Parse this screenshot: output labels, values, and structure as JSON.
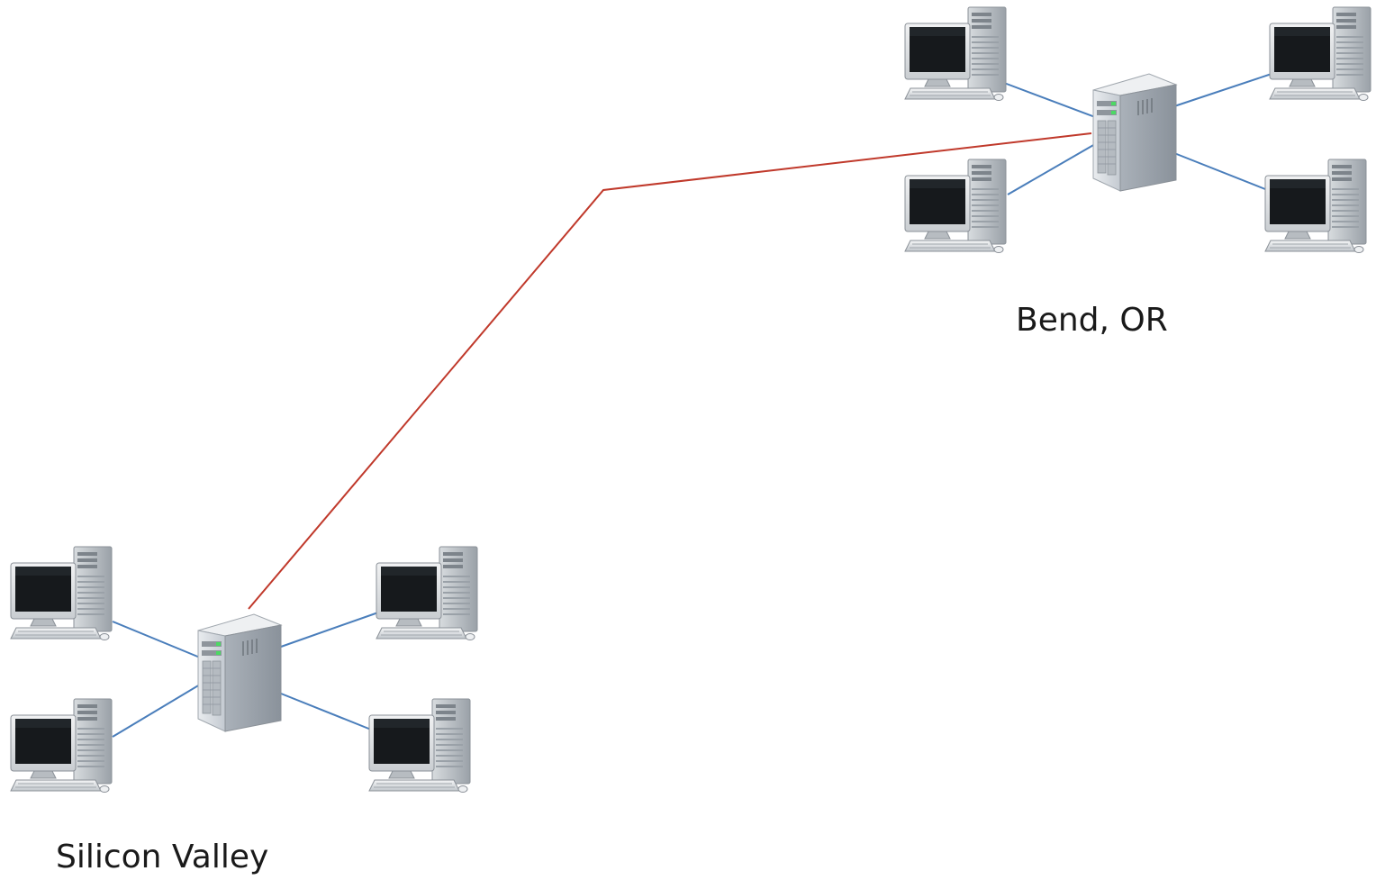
{
  "sites": [
    {
      "id": "bend",
      "label": "Bend, OR",
      "server_icon": "server-tower-icon",
      "workstation_icon": "desktop-computer-icon",
      "workstation_count": 4
    },
    {
      "id": "silicon-valley",
      "label": "Silicon Valley",
      "server_icon": "server-tower-icon",
      "workstation_icon": "desktop-computer-icon",
      "workstation_count": 4
    }
  ],
  "colors": {
    "background": "#ffffff",
    "lan_link": "#4a7ebb",
    "wan_link": "#c0392b",
    "label_text": "#1a1a1a"
  }
}
